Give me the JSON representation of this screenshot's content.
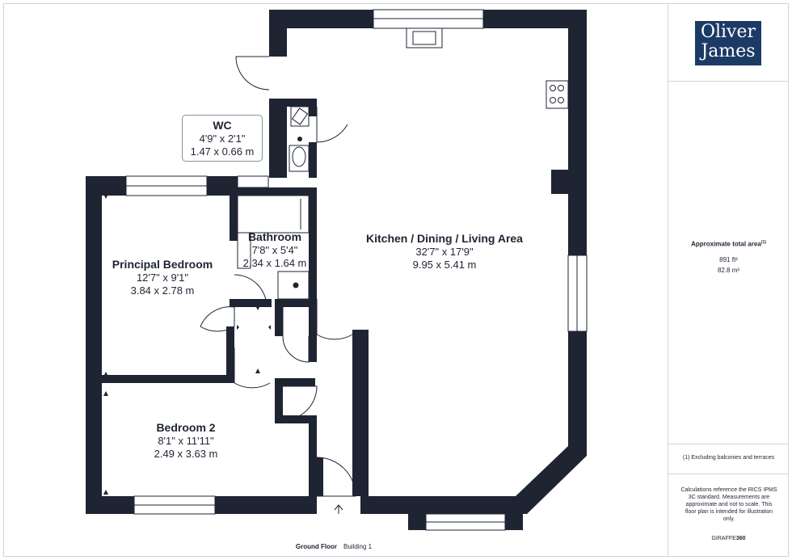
{
  "logo": {
    "line1": "Oliver",
    "line2": "James"
  },
  "area": {
    "title": "Approximate total area",
    "note_ref": "(1)",
    "sqft": "891 ft²",
    "sqm": "82.8 m²"
  },
  "footnote": "(1) Excluding balconies and terraces",
  "disclaimer": "Calculations reference the RICS IPMS 3C standard. Measurements are approximate and not to scale. This floor plan is intended for illustration only.",
  "brand": {
    "a": "GIRAFFE",
    "b": "360"
  },
  "floor": {
    "name": "Ground Floor",
    "building": "Building 1"
  },
  "rooms": {
    "wc": {
      "name": "WC",
      "imperial": "4'9\" x 2'1\"",
      "metric": "1.47 x 0.66 m"
    },
    "bathroom": {
      "name": "Bathroom",
      "imperial": "7'8\" x 5'4\"",
      "metric": "2.34 x 1.64 m"
    },
    "principal": {
      "name": "Principal Bedroom",
      "imperial": "12'7\" x 9'1\"",
      "metric": "3.84 x 2.78 m"
    },
    "kitchen": {
      "name": "Kitchen / Dining / Living Area",
      "imperial": "32'7\" x 17'9\"",
      "metric": "9.95 x 5.41 m"
    },
    "bedroom2": {
      "name": "Bedroom 2",
      "imperial": "8'1\" x 11'11\"",
      "metric": "2.49 x 3.63 m"
    }
  },
  "colors": {
    "wall": "#1e2432",
    "brand": "#1c3a66",
    "line": "#cfd3d9"
  }
}
